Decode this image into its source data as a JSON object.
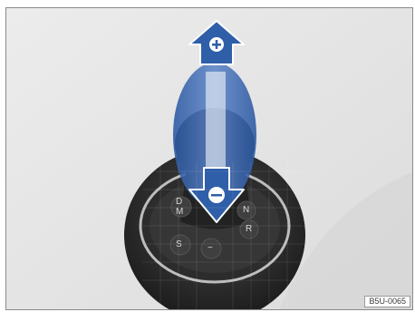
{
  "figure": {
    "reference_code": "B5U-0065",
    "plus_symbol": "+",
    "minus_symbol": "−",
    "gate_labels": {
      "d": "D",
      "m": "M",
      "s": "S",
      "n": "N",
      "r": "R",
      "minus_small": "−"
    },
    "icons": {
      "up": "arrow-up-plus-icon",
      "down": "arrow-down-minus-icon"
    },
    "colors": {
      "arrow_blue": "#2f5fa8",
      "arrow_blue_light": "#6f93cf",
      "lever_dark": "#2a2a2a",
      "background": "#e6e6e6"
    }
  }
}
